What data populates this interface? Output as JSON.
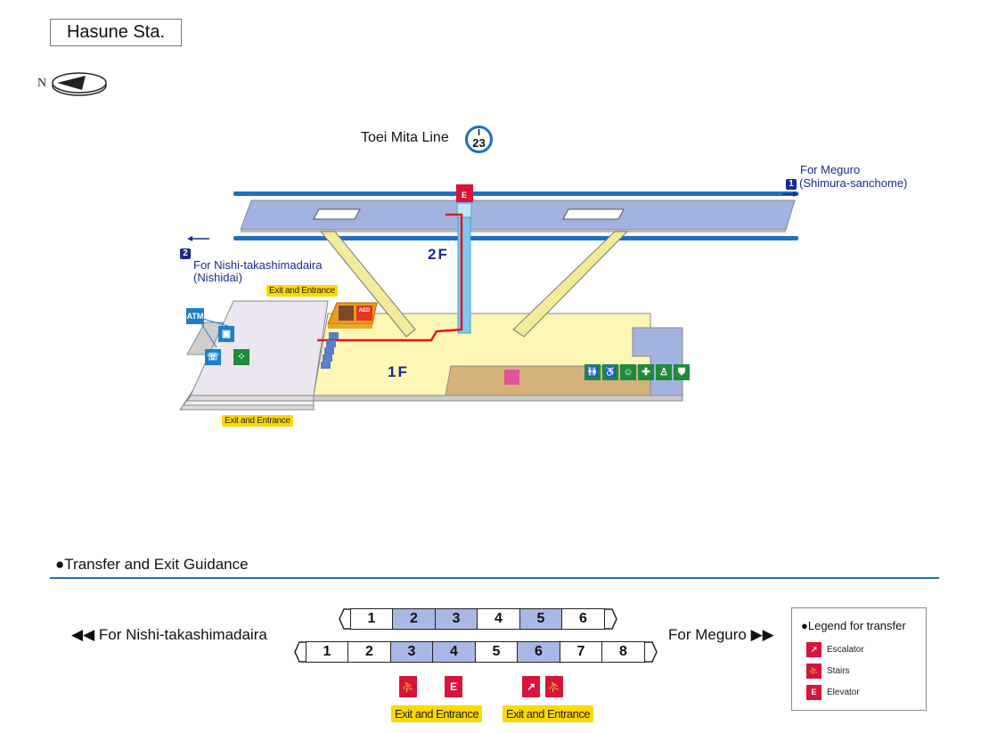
{
  "header": {
    "station_title": "Hasune Sta.",
    "compass_label": "N"
  },
  "line": {
    "name": "Toei Mita Line",
    "badge_letter": "I",
    "badge_number": "23",
    "color": "#1f6fc2"
  },
  "platforms": {
    "platform1": {
      "number": "1",
      "direction": "For Meguro",
      "via": "(Shimura-sanchome)"
    },
    "platform2": {
      "number": "2",
      "direction": "For Nishi-takashimadaira",
      "via": "(Nishidai)"
    }
  },
  "floors": {
    "upper": "2F",
    "lower": "1F"
  },
  "map_labels": {
    "exit_top": "Exit and Entrance",
    "exit_bottom": "Exit and Entrance",
    "atm": "ATM",
    "aed": "AED"
  },
  "map_icons": {
    "concourse_left": [
      "atm-icon",
      "coin-locker-icon",
      "telephone-icon",
      "ticket-machine-icon"
    ],
    "info": [
      "station-office-icon",
      "aed-icon"
    ],
    "gate": [
      "ticket-office-icon"
    ],
    "facilities": [
      "restroom-icon",
      "wheelchair-icon",
      "baby-chair-icon",
      "ostomate-icon",
      "diaper-changing-icon",
      "multipurpose-icon"
    ],
    "elevator": "elevator-icon"
  },
  "colors": {
    "platform": "#a3b3e0",
    "concourse": "#fdf6b4",
    "gate_area": "#d5b27a",
    "left_concourse": "#ebe6ef",
    "route": "#e8141c",
    "facility_green": "#1f8a3a",
    "transfer_red": "#d9143a",
    "exit_yellow": "#ffd800",
    "highlight_car": "#a8b8e6"
  },
  "guidance": {
    "section_title": "Transfer and Exit Guidance",
    "left_direction": "For Nishi-takashimadaira",
    "right_direction": "For Meguro",
    "row6": [
      {
        "label": "1",
        "highlight": false
      },
      {
        "label": "2",
        "highlight": true
      },
      {
        "label": "3",
        "highlight": true
      },
      {
        "label": "4",
        "highlight": false
      },
      {
        "label": "5",
        "highlight": true
      },
      {
        "label": "6",
        "highlight": false
      }
    ],
    "row8": [
      {
        "label": "1",
        "highlight": false
      },
      {
        "label": "2",
        "highlight": false
      },
      {
        "label": "3",
        "highlight": true
      },
      {
        "label": "4",
        "highlight": true
      },
      {
        "label": "5",
        "highlight": false
      },
      {
        "label": "6",
        "highlight": true
      },
      {
        "label": "7",
        "highlight": false
      },
      {
        "label": "8",
        "highlight": false
      }
    ],
    "car_icons": [
      {
        "car8": "3",
        "icons": [
          "stairs-icon"
        ]
      },
      {
        "car8": "4",
        "icons": [
          "elevator-icon"
        ]
      },
      {
        "car8": "6",
        "icons": [
          "escalator-icon",
          "stairs-icon"
        ]
      }
    ],
    "exit_groups": [
      {
        "label": "Exit and Entrance",
        "cars": [
          "3",
          "4"
        ]
      },
      {
        "label": "Exit and Entrance",
        "cars": [
          "6"
        ]
      }
    ]
  },
  "legend": {
    "title": "Legend for transfer",
    "items": [
      {
        "icon": "escalator-icon",
        "label": "Escalator"
      },
      {
        "icon": "stairs-icon",
        "label": "Stairs"
      },
      {
        "icon": "elevator-icon",
        "label": "Elevator"
      }
    ]
  }
}
